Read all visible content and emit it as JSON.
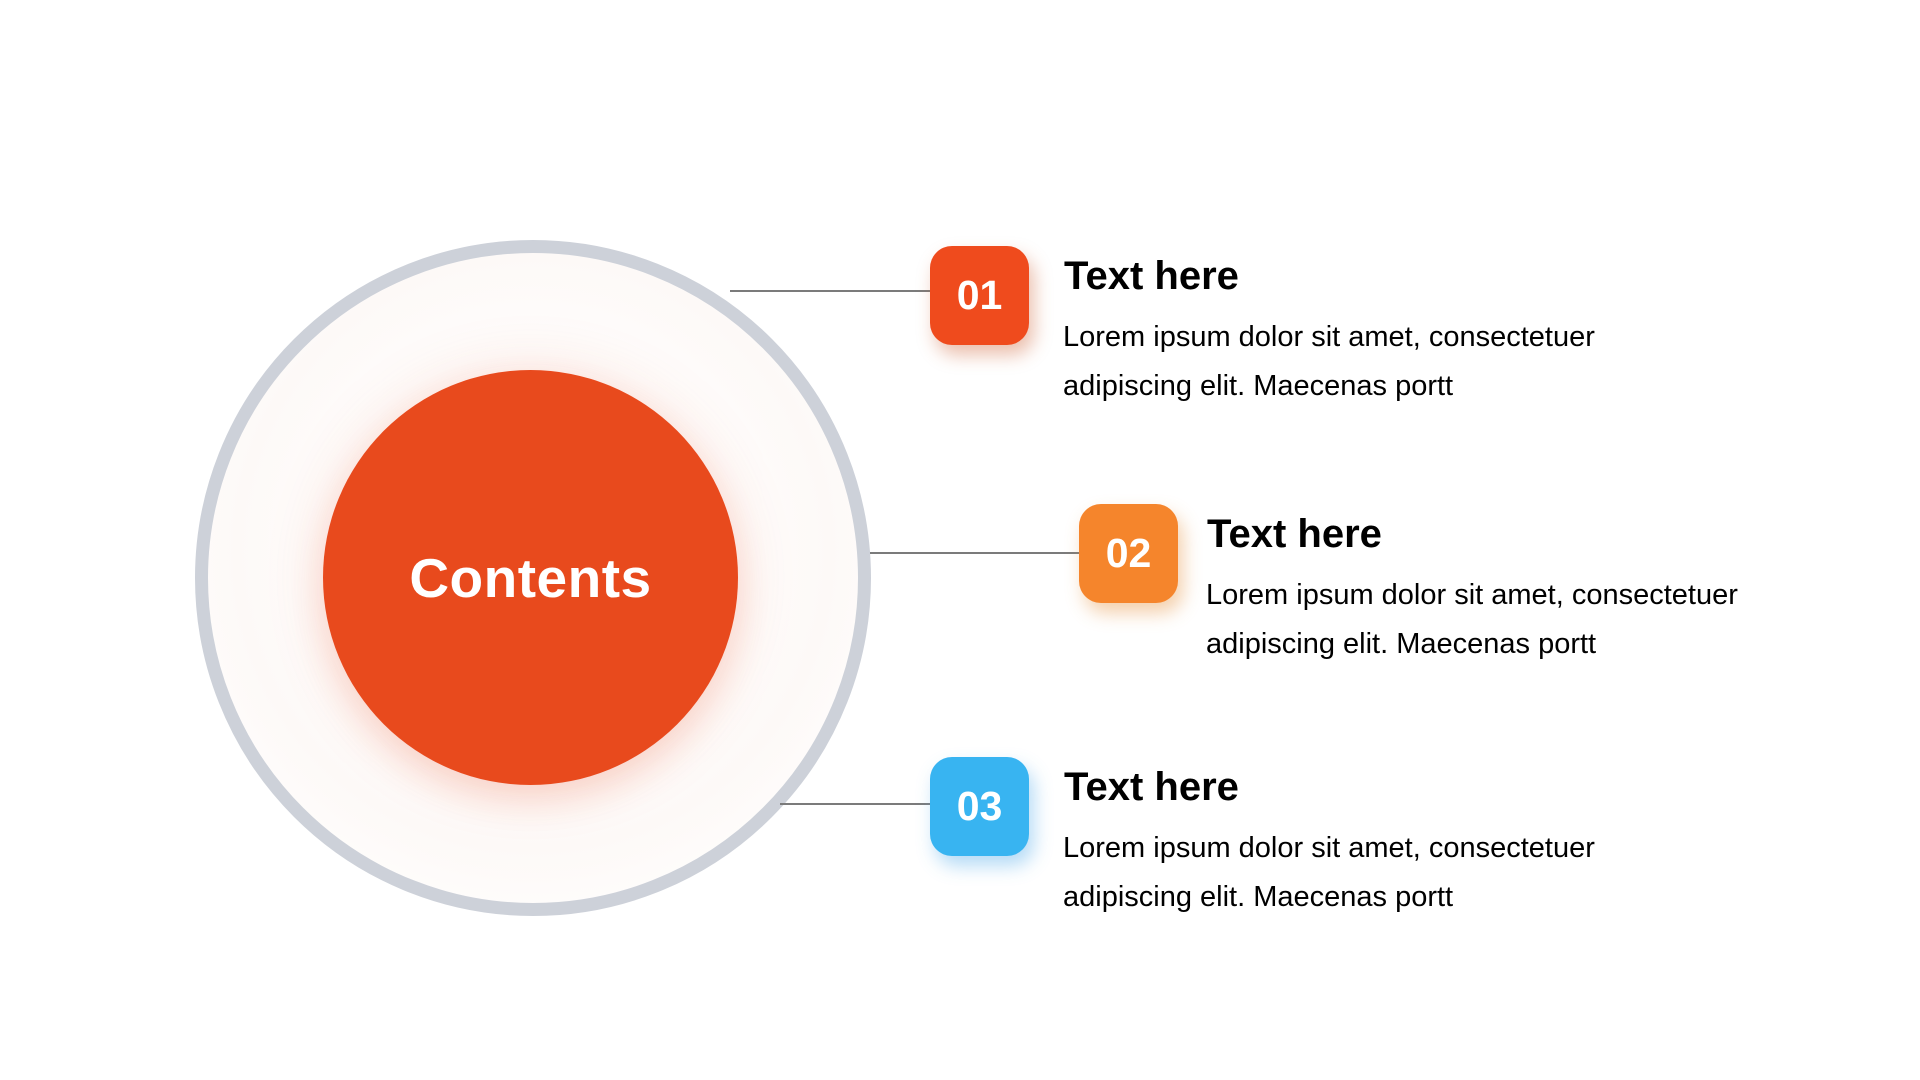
{
  "slide": {
    "center": {
      "label": "Contents",
      "circle_color": "#E84A1D",
      "ring_color": "#CDD1D9"
    },
    "connector_color": "#7B7B7B",
    "items": [
      {
        "number": "01",
        "badge_color": "#EF4B1D",
        "heading": "Text here",
        "body_line1": "Lorem ipsum dolor sit amet, consectetuer",
        "body_line2": "adipiscing elit. Maecenas portt"
      },
      {
        "number": "02",
        "badge_color": "#F5852C",
        "heading": "Text here",
        "body_line1": "Lorem ipsum dolor sit amet, consectetuer",
        "body_line2": "adipiscing elit. Maecenas portt"
      },
      {
        "number": "03",
        "badge_color": "#38B4F1",
        "heading": "Text here",
        "body_line1": "Lorem ipsum dolor sit amet, consectetuer",
        "body_line2": "adipiscing elit. Maecenas portt"
      }
    ]
  }
}
